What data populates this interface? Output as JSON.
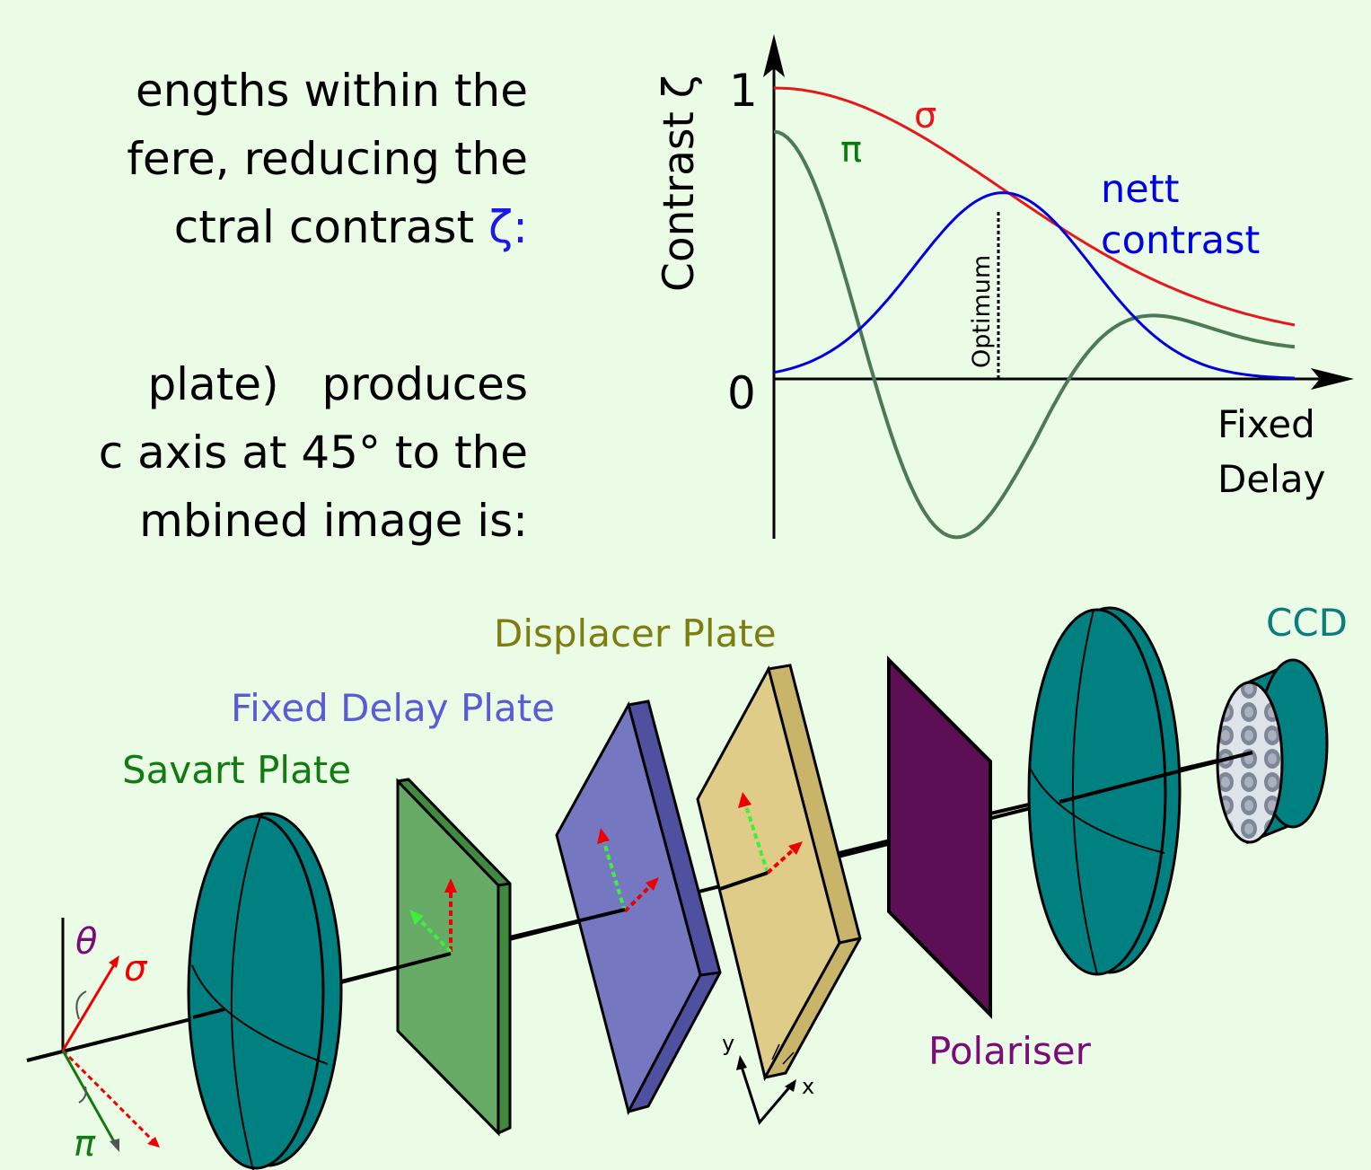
{
  "text": {
    "para1_lines": [
      "engths within the",
      "fere, reducing the",
      "ctral contrast "
    ],
    "para1_symbol": "ζ:",
    "para2_lines": [
      "plate) produces",
      "c axis at 45° to the",
      "mbined image is:"
    ]
  },
  "colors": {
    "background": "#eafbe6",
    "sigma": "#e8171b",
    "pi": "#4d7a55",
    "nett": "#0000e0",
    "savart": "#66aa66",
    "fixed_delay": "#7577c0",
    "displacer": "#dfcc88",
    "polariser": "#5c0f54",
    "lens": "#008080",
    "label_savart": "#117a11",
    "label_fixed": "#5b5bd6",
    "label_displacer": "#7d7d10",
    "label_polariser": "#7d0a7d",
    "label_ccd": "#0b7d7d"
  },
  "chart_data": {
    "type": "line",
    "ylabel": "Contrast ζ",
    "xlabel_lines": [
      "Fixed",
      "Delay"
    ],
    "y_ticks": [
      "1",
      "0"
    ],
    "series": [
      {
        "name": "σ",
        "kind": "sigma"
      },
      {
        "name": "π",
        "kind": "pi"
      },
      {
        "name_lines": [
          "nett",
          "contrast"
        ],
        "kind": "nett"
      }
    ],
    "annotation": "Optimum"
  },
  "diagram": {
    "labels": {
      "displacer": "Displacer Plate",
      "fixed_delay": "Fixed Delay Plate",
      "savart": "Savart Plate",
      "polariser": "Polariser",
      "ccd": "CCD"
    },
    "angle_labels": {
      "theta": "θ",
      "sigma": "σ",
      "pi": "π"
    },
    "axes_labels": {
      "x": "x",
      "y": "y"
    }
  }
}
